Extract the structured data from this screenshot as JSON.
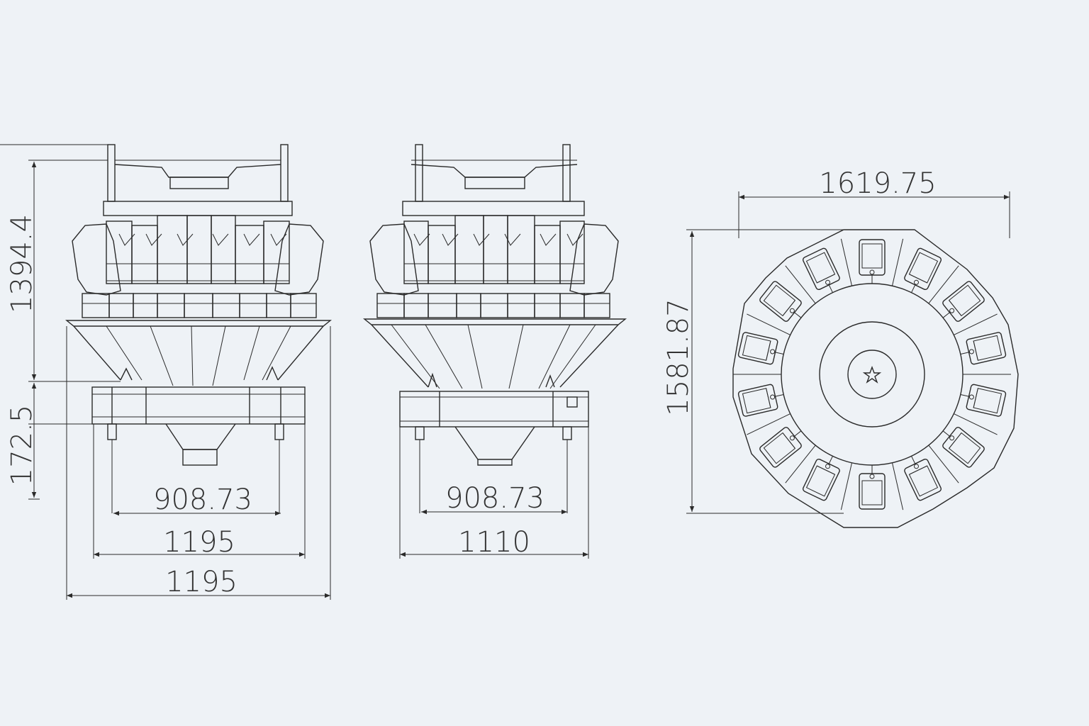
{
  "views": {
    "front": {
      "height_total": "1394.4",
      "height_base": "172.5",
      "leg_span": "908.73",
      "frame_width": "1195",
      "hopper_width": "1195"
    },
    "side": {
      "leg_span": "908.73",
      "frame_width": "1110"
    },
    "top": {
      "width": "1619.75",
      "depth": "1581.87"
    }
  },
  "colors": {
    "background": "#eef2f6",
    "line": "#2a2a2a"
  }
}
